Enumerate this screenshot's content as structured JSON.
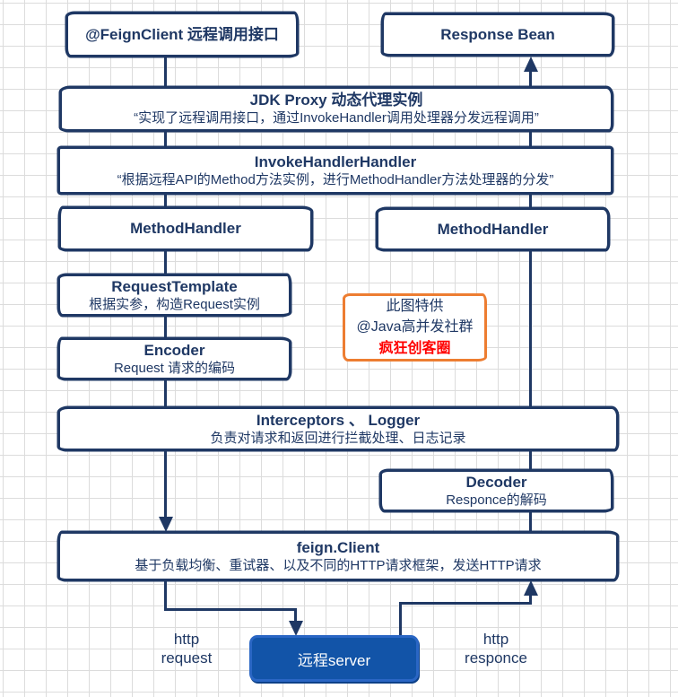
{
  "diagram": {
    "nodes": {
      "feign_client_interface": {
        "title": "@FeignClient 远程调用接口"
      },
      "response_bean": {
        "title": "Response Bean"
      },
      "jdk_proxy": {
        "title": "JDK Proxy 动态代理实例",
        "subtitle": "“实现了远程调用接口，通过InvokeHandler调用处理器分发远程调用”"
      },
      "invoke_handler_handler": {
        "title": "InvokeHandlerHandler",
        "subtitle": "“根据远程API的Method方法实例，进行MethodHandler方法处理器的分发”"
      },
      "method_handler_left": {
        "title": "MethodHandler"
      },
      "method_handler_right": {
        "title": "MethodHandler"
      },
      "request_template": {
        "title": "RequestTemplate",
        "subtitle": "根据实参，构造Request实例"
      },
      "encoder": {
        "title": "Encoder",
        "subtitle": "Request 请求的编码"
      },
      "interceptors_logger": {
        "title": "Interceptors 、 Logger",
        "subtitle": "负责对请求和返回进行拦截处理、日志记录"
      },
      "decoder": {
        "title": "Decoder",
        "subtitle": "Responce的解码"
      },
      "feign_client": {
        "title": "feign.Client",
        "subtitle": "基于负载均衡、重试器、以及不同的HTTP请求框架，发送HTTP请求"
      },
      "remote_server": {
        "title": "远程server"
      }
    },
    "note": {
      "line1": "此图特供",
      "line2": "@Java高并发社群",
      "line3": "疯狂创客圈"
    },
    "edge_labels": {
      "http_request": {
        "line1": "http",
        "line2": "request"
      },
      "http_response": {
        "line1": "http",
        "line2": "responce"
      }
    },
    "colors": {
      "ink": "#1f3864",
      "note_border": "#ed7d31",
      "note_highlight": "#ff0000",
      "server_fill": "#1254a8",
      "grid_line": "#dcdcdc"
    }
  }
}
